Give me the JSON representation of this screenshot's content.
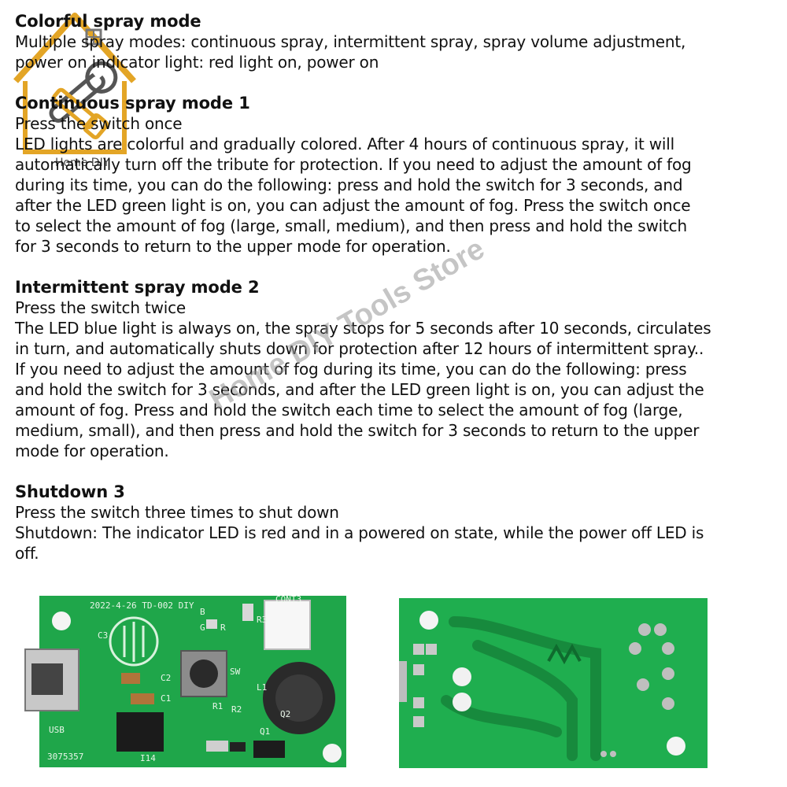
{
  "logo": {
    "brand": "Home DIY"
  },
  "watermark": "Home DIY Tools Store",
  "sections": [
    {
      "heading": "Colorful spray mode",
      "lines": [
        "Multiple spray modes: continuous spray, intermittent spray, spray volume adjustment,",
        "power on indicator light: red light on, power on"
      ]
    },
    {
      "heading": "Continuous spray mode 1",
      "lines": [
        "Press the switch once",
        "LED lights are colorful and gradually colored. After 4 hours of continuous spray, it will",
        "automatically turn off the tribute for protection. If you need to adjust the amount of fog",
        "during its time, you can do the following: press and hold the switch for 3 seconds, and",
        "after the LED green light is on, you can adjust the amount of fog. Press the switch once",
        "to select the amount of fog (large, small, medium), and then press and hold the switch",
        "for 3 seconds to return to the upper mode for operation."
      ]
    },
    {
      "heading": "Intermittent spray mode 2",
      "lines": [
        "Press the switch twice",
        "The LED blue light is always on, the spray stops for 5 seconds after 10 seconds, circulates",
        "in turn, and automatically shuts down for protection after 12 hours of intermittent spray..",
        "If you need to adjust the amount of fog during its time, you can do the following: press",
        "and hold the switch for 3 seconds, and after the LED green light is on, you can adjust the",
        "amount of fog. Press and hold the switch each time to select the amount of fog (large,",
        "medium, small), and then press and hold the switch for 3 seconds to return to the upper",
        "mode for operation."
      ]
    },
    {
      "heading": "Shutdown 3",
      "lines": [
        "Press the switch three times to shut down",
        "Shutdown: The indicator LED is red and in a powered on state, while the power off LED is",
        "off."
      ]
    }
  ],
  "pcb_front": {
    "date_label": "2022-4-26 TD-002 DIY",
    "conn_label": "CONT3",
    "usb_label": "USB",
    "serial": "3075357",
    "chip_label": "I14",
    "sw_label": "SW",
    "labels": [
      "B",
      "G",
      "R",
      "C3",
      "C2",
      "C1",
      "R1",
      "R2",
      "Q1",
      "Q2",
      "L1",
      "R3"
    ]
  }
}
